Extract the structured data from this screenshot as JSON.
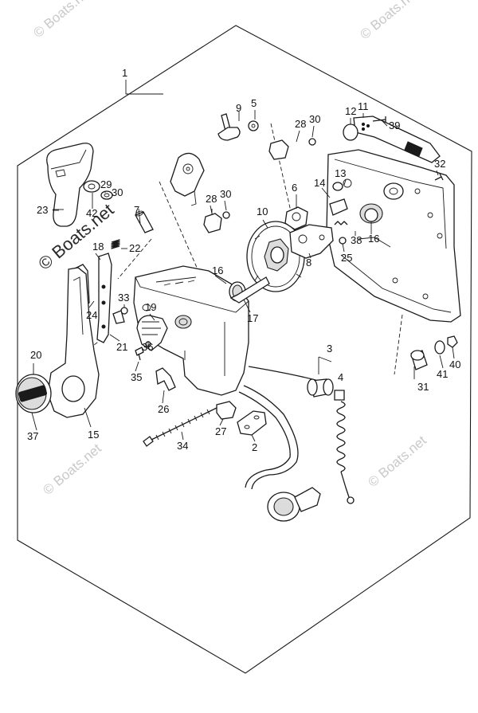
{
  "watermark": {
    "text": "© Boats.net",
    "color": "#c8c8c8",
    "prominent_color": "#222222"
  },
  "callouts": [
    {
      "key": "c1",
      "label": "1"
    },
    {
      "key": "c9",
      "label": "9"
    },
    {
      "key": "c5",
      "label": "5"
    },
    {
      "key": "c28a",
      "label": "28"
    },
    {
      "key": "c30a",
      "label": "30"
    },
    {
      "key": "c12",
      "label": "12"
    },
    {
      "key": "c11",
      "label": "11"
    },
    {
      "key": "c39",
      "label": "39"
    },
    {
      "key": "c32",
      "label": "32"
    },
    {
      "key": "c13",
      "label": "13"
    },
    {
      "key": "c14",
      "label": "14"
    },
    {
      "key": "c6",
      "label": "6"
    },
    {
      "key": "c29",
      "label": "29"
    },
    {
      "key": "c30b",
      "label": "30"
    },
    {
      "key": "c23",
      "label": "23"
    },
    {
      "key": "c42",
      "label": "42"
    },
    {
      "key": "c7",
      "label": "7"
    },
    {
      "key": "c28b",
      "label": "28"
    },
    {
      "key": "c30c",
      "label": "30"
    },
    {
      "key": "c10",
      "label": "10"
    },
    {
      "key": "c38",
      "label": "38"
    },
    {
      "key": "c16a",
      "label": "16"
    },
    {
      "key": "c18",
      "label": "18"
    },
    {
      "key": "c22",
      "label": "22"
    },
    {
      "key": "c8",
      "label": "8"
    },
    {
      "key": "c25",
      "label": "25"
    },
    {
      "key": "c16b",
      "label": "16"
    },
    {
      "key": "c33",
      "label": "33"
    },
    {
      "key": "c19",
      "label": "19"
    },
    {
      "key": "c17",
      "label": "17"
    },
    {
      "key": "c24",
      "label": "24"
    },
    {
      "key": "c21",
      "label": "21"
    },
    {
      "key": "c20",
      "label": "20"
    },
    {
      "key": "c36",
      "label": "36"
    },
    {
      "key": "c35",
      "label": "35"
    },
    {
      "key": "c3",
      "label": "3"
    },
    {
      "key": "c4",
      "label": "4"
    },
    {
      "key": "c41",
      "label": "41"
    },
    {
      "key": "c40",
      "label": "40"
    },
    {
      "key": "c31",
      "label": "31"
    },
    {
      "key": "c26",
      "label": "26"
    },
    {
      "key": "c37",
      "label": "37"
    },
    {
      "key": "c15",
      "label": "15"
    },
    {
      "key": "c34",
      "label": "34"
    },
    {
      "key": "c27",
      "label": "27"
    },
    {
      "key": "c2",
      "label": "2"
    }
  ]
}
